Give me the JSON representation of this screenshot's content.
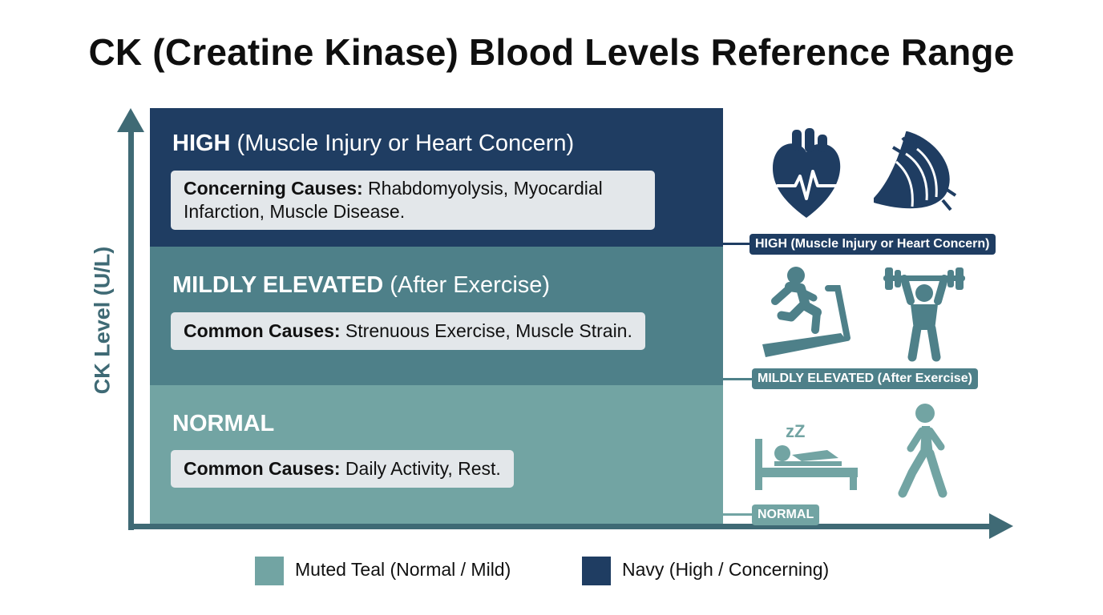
{
  "title": "CK (Creatine Kinase) Blood Levels Reference Range",
  "y_axis_label": "CK Level (U/L)",
  "colors": {
    "navy": "#1f3d62",
    "teal_dark": "#4e8089",
    "teal_light": "#72a4a3",
    "axis": "#3f6a75",
    "cause_box": "#e3e7ea"
  },
  "bands": [
    {
      "id": "high",
      "heading_strong": "HIGH",
      "heading_rest": " (Muscle Injury or Heart Concern)",
      "cause_label": "Concerning Causes:",
      "cause_text": " Rhabdomyolysis, Myocardial Infarction, Muscle Disease.",
      "tag": "HIGH (Muscle Injury or Heart Concern)",
      "icons": [
        "heart-ecg-icon",
        "muscle-injury-icon"
      ]
    },
    {
      "id": "mild",
      "heading_strong": "MILDLY ELEVATED",
      "heading_rest": " (After Exercise)",
      "cause_label": "Common Causes:",
      "cause_text": " Strenuous Exercise, Muscle Strain.",
      "tag": "MILDLY ELEVATED (After Exercise)",
      "icons": [
        "treadmill-runner-icon",
        "weightlifter-icon"
      ]
    },
    {
      "id": "normal",
      "heading_strong": "NORMAL",
      "heading_rest": "",
      "cause_label": "Common Causes:",
      "cause_text": " Daily Activity, Rest.",
      "tag": "NORMAL",
      "icons": [
        "sleeping-in-bed-icon",
        "walking-person-icon"
      ]
    }
  ],
  "sleep_glyph": "zZ",
  "legend": [
    {
      "label": "Muted Teal (Normal / Mild)",
      "color": "#72a4a3"
    },
    {
      "label": "Navy (High / Concerning)",
      "color": "#1f3d62"
    }
  ]
}
